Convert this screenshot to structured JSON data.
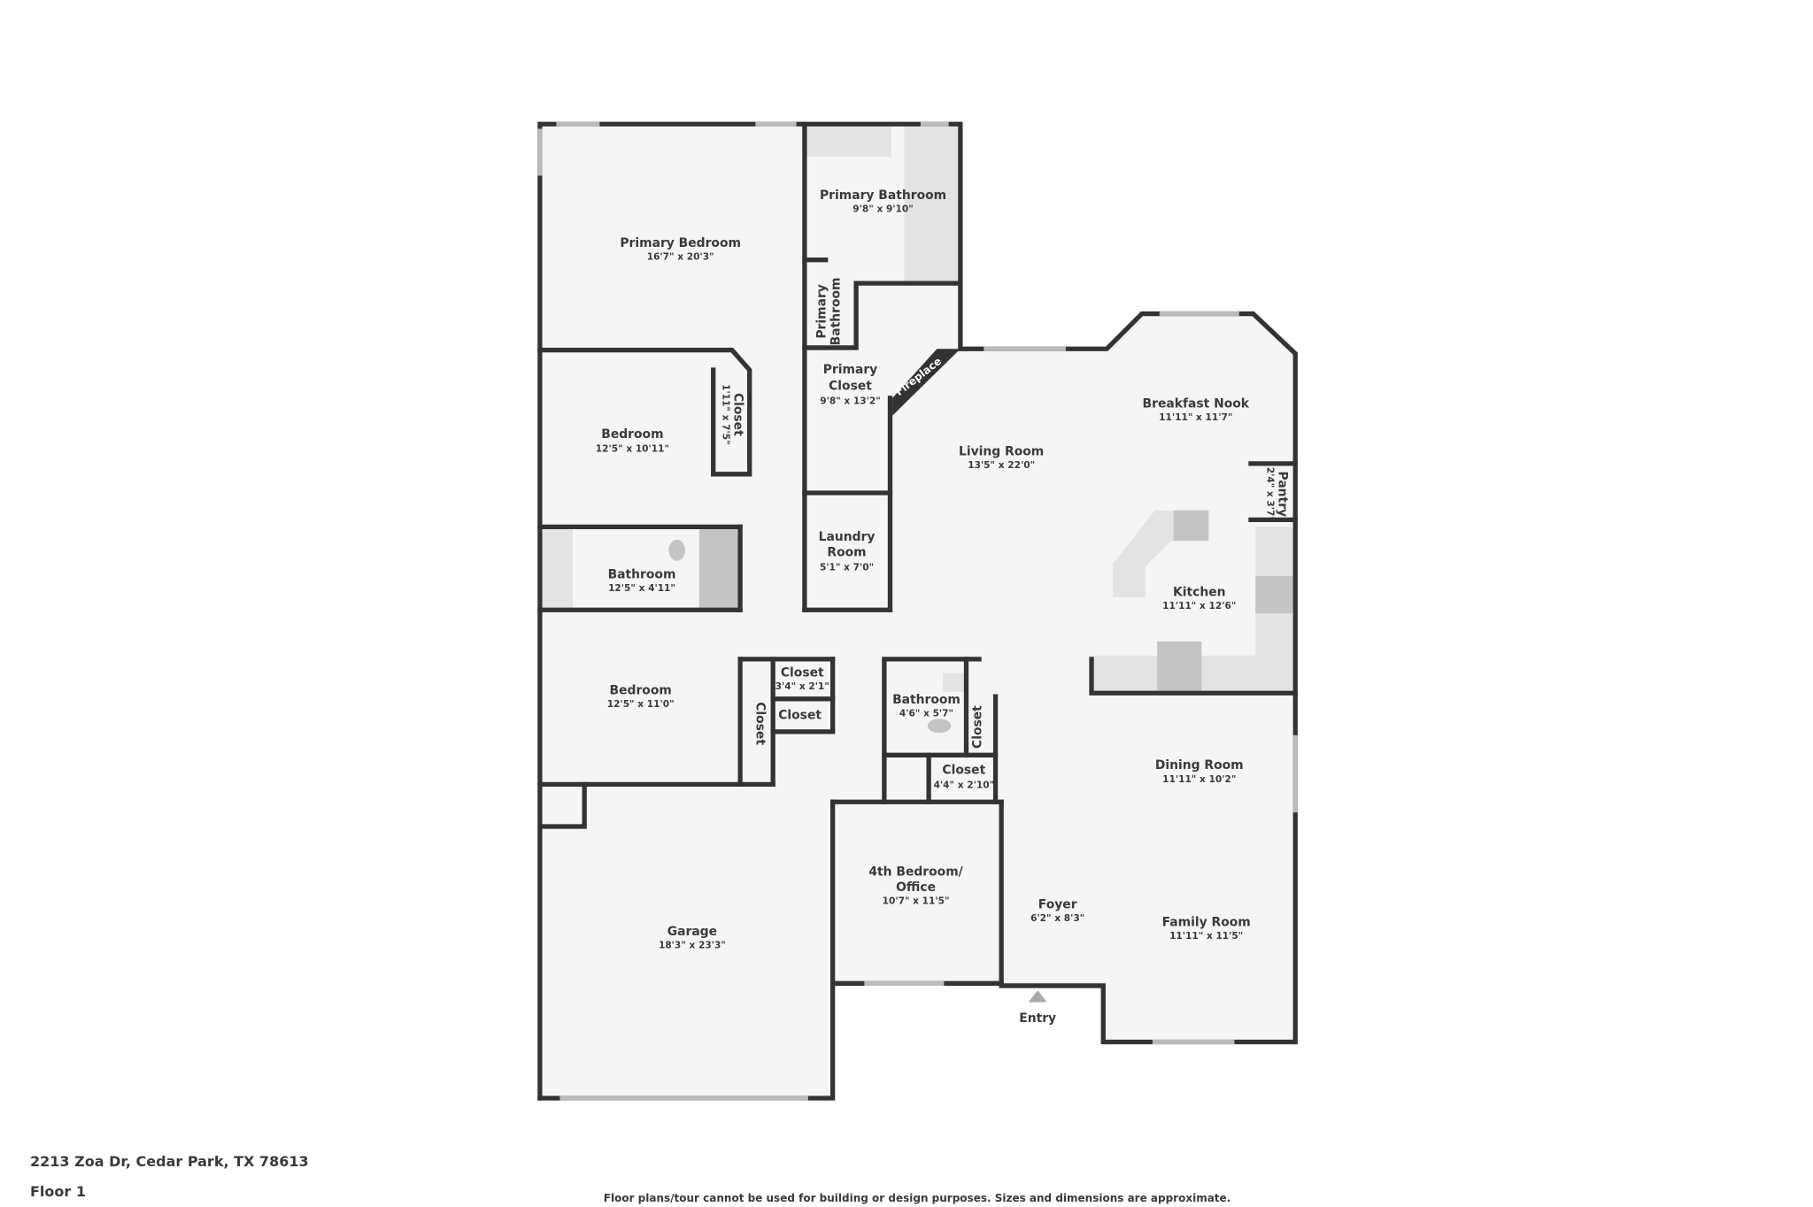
{
  "rooms": {
    "primary_bedroom": {
      "name": "Primary Bedroom",
      "dims": "16'7\" x 20'3\""
    },
    "primary_bathroom": {
      "name": "Primary Bathroom",
      "dims": "9'8\" x 9'10\""
    },
    "primary_wc": {
      "name_line1": "Primary",
      "name_line2": "Bathroom"
    },
    "primary_closet": {
      "name_line1": "Primary",
      "name_line2": "Closet",
      "dims": "9'8\" x 13'2\""
    },
    "fireplace": {
      "name": "Fireplace"
    },
    "bedroom_1": {
      "name": "Bedroom",
      "dims": "12'5\" x 10'11\""
    },
    "closet_1": {
      "name": "Closet",
      "dims": "1'11\" x 7'5\""
    },
    "bathroom_1": {
      "name": "Bathroom",
      "dims": "12'5\" x 4'11\""
    },
    "laundry": {
      "name_line1": "Laundry",
      "name_line2": "Room",
      "dims": "5'1\" x 7'0\""
    },
    "living_room": {
      "name": "Living Room",
      "dims": "13'5\" x 22'0\""
    },
    "breakfast_nook": {
      "name": "Breakfast Nook",
      "dims": "11'11\" x 11'7\""
    },
    "pantry": {
      "name": "Pantry",
      "dims": "2'4\" x 3'7\""
    },
    "kitchen": {
      "name": "Kitchen",
      "dims": "11'11\" x 12'6\""
    },
    "bedroom_2": {
      "name": "Bedroom",
      "dims": "12'5\" x 11'0\""
    },
    "closet_2": {
      "name": "Closet"
    },
    "closet_3": {
      "name": "Closet",
      "dims": "3'4\" x 2'1\""
    },
    "closet_4": {
      "name": "Closet"
    },
    "bathroom_2": {
      "name": "Bathroom",
      "dims": "4'6\" x 5'7\""
    },
    "closet_5": {
      "name": "Closet"
    },
    "closet_6": {
      "name": "Closet",
      "dims": "4'4\" x 2'10\""
    },
    "dining_room": {
      "name": "Dining Room",
      "dims": "11'11\" x 10'2\""
    },
    "office": {
      "name_line1": "4th Bedroom/",
      "name_line2": "Office",
      "dims": "10'7\" x 11'5\""
    },
    "foyer": {
      "name": "Foyer",
      "dims": "6'2\" x 8'3\""
    },
    "family_room": {
      "name": "Family Room",
      "dims": "11'11\" x 11'5\""
    },
    "garage": {
      "name": "Garage",
      "dims": "18'3\" x 23'3\""
    }
  },
  "entry_label": "Entry",
  "footer": {
    "address": "2213 Zoa Dr, Cedar Park, TX 78613",
    "floor": "Floor 1",
    "disclaimer": "Floor plans/tour cannot be used for building or design purposes. Sizes and dimensions are approximate."
  },
  "colors": {
    "wall": "#333333",
    "floor": "#f5f5f5",
    "fixture": "#e3e3e3"
  }
}
